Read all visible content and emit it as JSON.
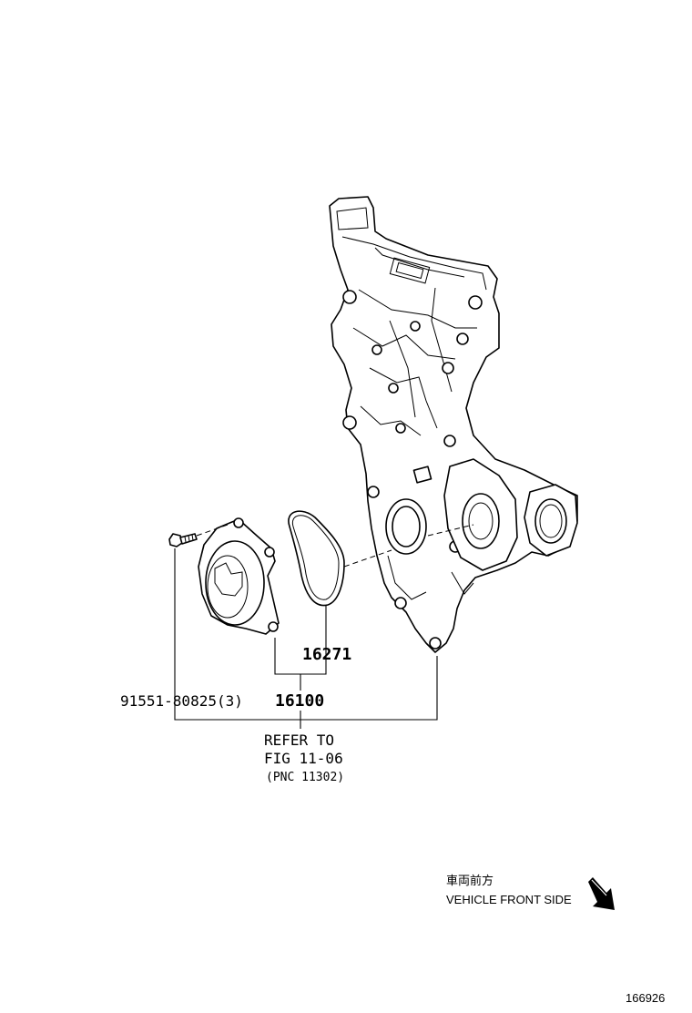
{
  "callouts": {
    "gasket": "16271",
    "pump": "16100",
    "bolt": "91551-80825(3)",
    "refer_line1": "REFER TO",
    "refer_line2": "FIG 11-06",
    "refer_line3": "(PNC 11302)"
  },
  "orientation": {
    "jp_label": "車両前方",
    "en_label": "VEHICLE FRONT SIDE"
  },
  "figure_number": "166926"
}
